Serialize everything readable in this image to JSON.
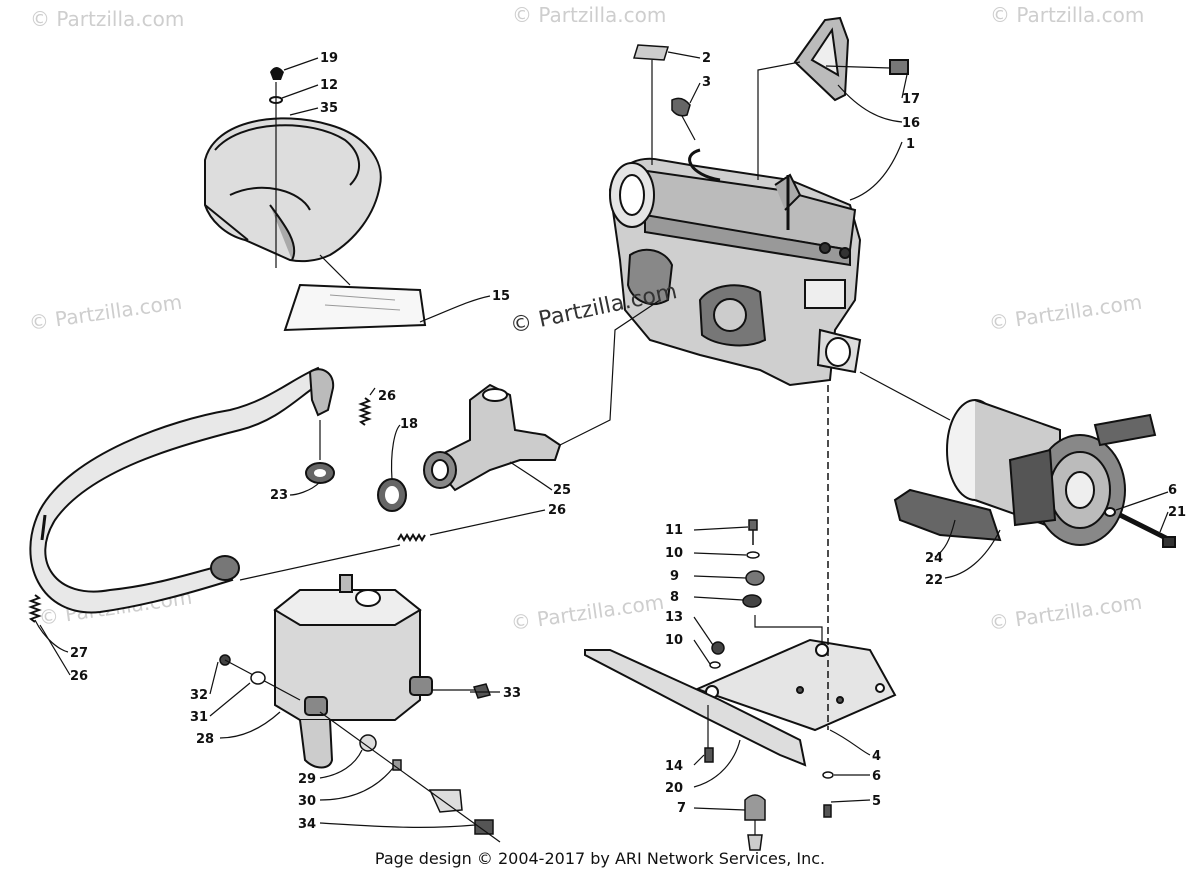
{
  "diagram": {
    "footer": "Page design © 2004-2017 by ARI Network Services, Inc.",
    "watermark_faint": "© Partzilla.com",
    "watermark_dark": "© Partzilla.com",
    "callouts": [
      {
        "id": "c19",
        "text": "19"
      },
      {
        "id": "c12",
        "text": "12"
      },
      {
        "id": "c35",
        "text": "35"
      },
      {
        "id": "c15",
        "text": "15"
      },
      {
        "id": "c2",
        "text": "2"
      },
      {
        "id": "c3",
        "text": "3"
      },
      {
        "id": "c17",
        "text": "17"
      },
      {
        "id": "c16",
        "text": "16"
      },
      {
        "id": "c1",
        "text": "1"
      },
      {
        "id": "c26a",
        "text": "26"
      },
      {
        "id": "c18",
        "text": "18"
      },
      {
        "id": "c23",
        "text": "23"
      },
      {
        "id": "c25",
        "text": "25"
      },
      {
        "id": "c26b",
        "text": "26"
      },
      {
        "id": "c27",
        "text": "27"
      },
      {
        "id": "c26c",
        "text": "26"
      },
      {
        "id": "c32",
        "text": "32"
      },
      {
        "id": "c31",
        "text": "31"
      },
      {
        "id": "c28",
        "text": "28"
      },
      {
        "id": "c33",
        "text": "33"
      },
      {
        "id": "c29",
        "text": "29"
      },
      {
        "id": "c30",
        "text": "30"
      },
      {
        "id": "c34",
        "text": "34"
      },
      {
        "id": "c11",
        "text": "11"
      },
      {
        "id": "c10a",
        "text": "10"
      },
      {
        "id": "c9",
        "text": "9"
      },
      {
        "id": "c8",
        "text": "8"
      },
      {
        "id": "c13",
        "text": "13"
      },
      {
        "id": "c10b",
        "text": "10"
      },
      {
        "id": "c14",
        "text": "14"
      },
      {
        "id": "c20",
        "text": "20"
      },
      {
        "id": "c7",
        "text": "7"
      },
      {
        "id": "c4",
        "text": "4"
      },
      {
        "id": "c6a",
        "text": "6"
      },
      {
        "id": "c5",
        "text": "5"
      },
      {
        "id": "c6b",
        "text": "6"
      },
      {
        "id": "c21",
        "text": "21"
      },
      {
        "id": "c24",
        "text": "24"
      },
      {
        "id": "c22",
        "text": "22"
      }
    ]
  }
}
